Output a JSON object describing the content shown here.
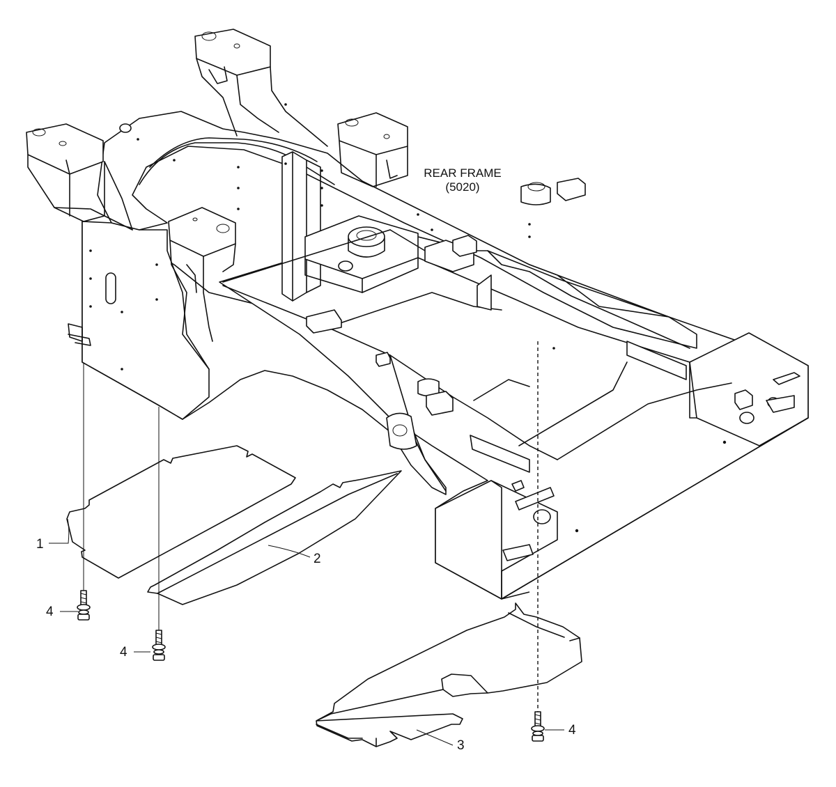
{
  "frame_label": {
    "line1": "REAR FRAME",
    "line2": "(5020)"
  },
  "callouts": {
    "part1": "1",
    "part2": "2",
    "part3": "3",
    "bolt_a": "4",
    "bolt_b": "4",
    "bolt_c": "4"
  }
}
